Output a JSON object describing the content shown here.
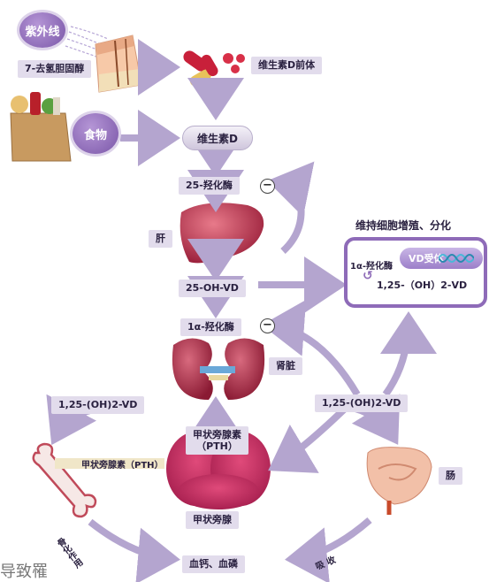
{
  "colors": {
    "arrow": "#b4a5cf",
    "label_bg": "#e2dcec",
    "purple": "#8e6bb8"
  },
  "nodes": {
    "uv": "紫外线",
    "dehydrocholesterol": "7-去氢胆固醇",
    "vitd_precursor": "维生素D前体",
    "food": "食物",
    "vitd": "维生素D",
    "hydroxylase25": "25-羟化酶",
    "liver": "肝",
    "ohvd25": "25-OH-VD",
    "hydroxylase1a": "1α-羟化酶",
    "kidney": "肾脏",
    "calcitriol_left": "1,25-(OH)2-VD",
    "calcitriol_right": "1,25-(OH)2-VD",
    "pth_bone": "甲状旁腺素（PTH）",
    "pth_center_line1": "甲状旁腺素",
    "pth_center_line2": "（PTH）",
    "parathyroid": "甲状旁腺",
    "intestine": "肠",
    "blood": "血钙、血磷",
    "absorb": "吸 收",
    "ossify": "骨化作用"
  },
  "cell_box": {
    "title": "维持细胞增殖、分化",
    "enzyme": "1α-羟化酶",
    "receptor": "VD受体",
    "product": "1,25-（OH）2-VD"
  },
  "inhibit_symbol": "−",
  "watermark": "导致罹"
}
